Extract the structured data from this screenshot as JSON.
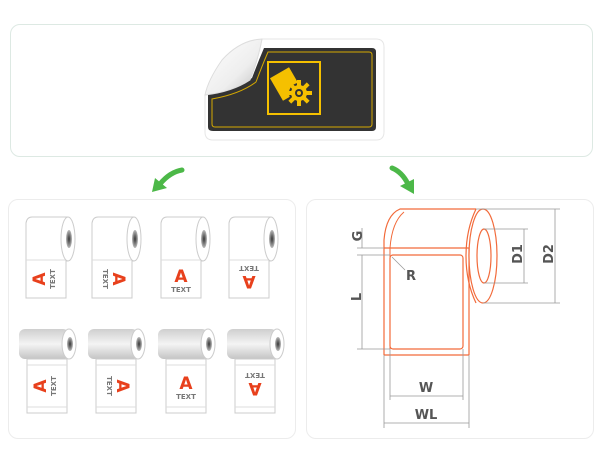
{
  "colors": {
    "accent_orange": "#f26a3a",
    "arrow_green": "#4cb848",
    "sticker_dark": "#333333",
    "sticker_gold": "#f5c000",
    "label_red": "#e8401c",
    "text_gray": "#777777"
  },
  "sticker": {
    "icon": "label-gear-icon"
  },
  "rolls": {
    "letter": "A",
    "text": "TEXT",
    "top_row": [
      "rotate-left",
      "rotate-right",
      "upright",
      "upside-down"
    ],
    "bottom_row": [
      "rotate-left",
      "rotate-right",
      "upright",
      "upside-down"
    ]
  },
  "dimensions": {
    "gap": "G",
    "radius": "R",
    "length": "L",
    "core_diameter": "D1",
    "outer_diameter": "D2",
    "width": "W",
    "liner_width": "WL"
  }
}
